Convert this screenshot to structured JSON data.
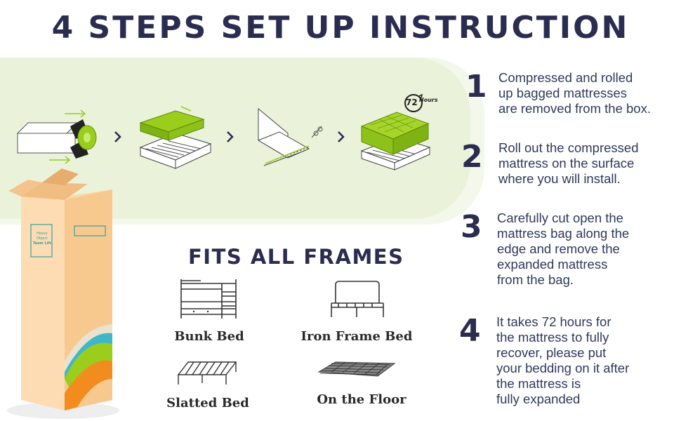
{
  "title": "4 STEPS SET UP INSTRUCTION",
  "timer_badge": {
    "number": "72",
    "unit": "Hours"
  },
  "box_labels": {
    "line1": "Heavy Object",
    "line2": "Team Lift"
  },
  "steps": [
    {
      "number": "1",
      "lines": [
        "Compressed and rolled",
        "up bagged mattresses",
        "are removed from the box."
      ]
    },
    {
      "number": "2",
      "lines": [
        "Roll out the compressed",
        "mattress on the surface",
        "where you will install."
      ]
    },
    {
      "number": "3",
      "lines": [
        "Carefully cut open the",
        "mattress bag along the",
        "edge and remove the",
        "expanded mattress",
        "from the bag."
      ]
    },
    {
      "number": "4",
      "lines": [
        "It takes 72 hours for",
        "the mattress to fully",
        "recover, please put",
        "your bedding on it after",
        "the mattress is",
        "fully expanded"
      ]
    }
  ],
  "fits_heading": "FITS ALL FRAMES",
  "frames": [
    {
      "label": "Bunk Bed",
      "icon": "bunk-bed-icon"
    },
    {
      "label": "Iron Frame Bed",
      "icon": "iron-frame-bed-icon"
    },
    {
      "label": "Slatted Bed",
      "icon": "slatted-bed-icon"
    },
    {
      "label": "On the Floor",
      "icon": "floor-mattress-icon"
    }
  ],
  "colors": {
    "navy": "#2a2d4f",
    "band": "#eef5df",
    "green": "#9acd1c",
    "box": "#fbd6a6"
  }
}
